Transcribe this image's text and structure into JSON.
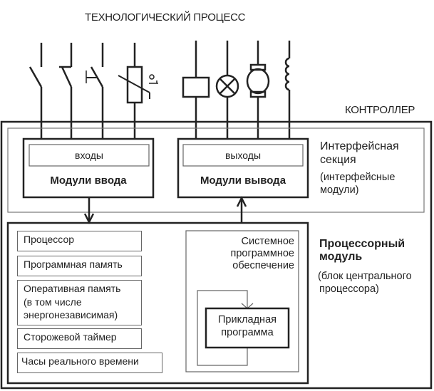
{
  "title": "ТЕХНОЛОГИЧЕСКИЙ ПРОЦЕСС",
  "controller_label": "КОНТРОЛЛЕР",
  "field_devices": {
    "inputs": [
      {
        "name": "normally-open-switch",
        "type": "switch-no"
      },
      {
        "name": "normally-closed-switch",
        "type": "switch-nc"
      },
      {
        "name": "push-button",
        "type": "push-button"
      },
      {
        "name": "thermistor",
        "type": "thermistor",
        "symbol": "t°"
      }
    ],
    "outputs": [
      {
        "name": "relay-coil",
        "type": "relay"
      },
      {
        "name": "lamp",
        "type": "lamp"
      },
      {
        "name": "motor",
        "type": "motor"
      },
      {
        "name": "inductor",
        "type": "inductor"
      }
    ]
  },
  "interface_section": {
    "title_lines": [
      "Интерфейсная",
      "секция"
    ],
    "subtitle_lines": [
      "(интерфейсные",
      "модули)"
    ],
    "input_module": {
      "inner_label": "входы",
      "label": "Модули ввода"
    },
    "output_module": {
      "inner_label": "выходы",
      "label": "Модули вывода"
    }
  },
  "processor_module": {
    "title_lines": [
      "Процессорный",
      "модуль"
    ],
    "subtitle_lines": [
      "(блок центрального",
      "процессора)"
    ],
    "items": [
      {
        "lines": [
          "Процессор"
        ]
      },
      {
        "lines": [
          "Программная память"
        ]
      },
      {
        "lines": [
          "Оперативная память",
          "(в том числе",
          "энергонезависимая)"
        ]
      },
      {
        "lines": [
          "Сторожевой таймер"
        ]
      },
      {
        "lines": [
          "Часы реального времени"
        ]
      }
    ],
    "system_software_lines": [
      "Системное",
      "программное",
      "обеспечение"
    ],
    "application_program_lines": [
      "Прикладная",
      "программа"
    ]
  }
}
